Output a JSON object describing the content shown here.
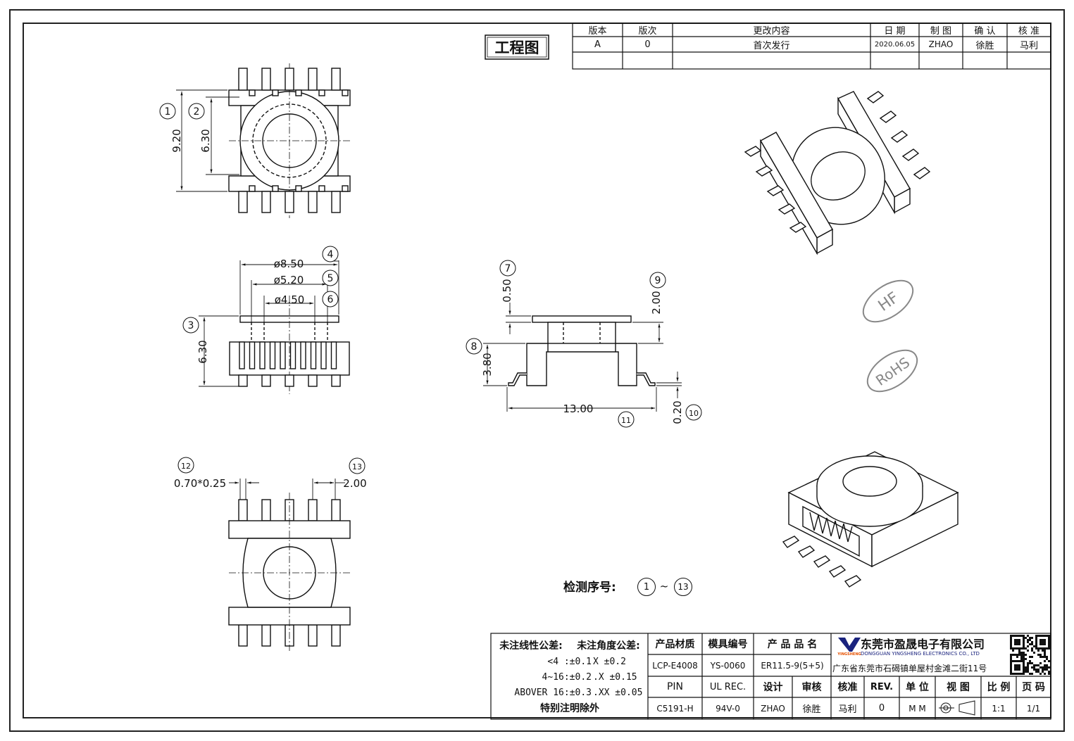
{
  "title_stamp": "工程图",
  "revision_table": {
    "headers": [
      "版本",
      "版次",
      "更改内容",
      "日 期",
      "制 图",
      "确 认",
      "核 准"
    ],
    "rows": [
      [
        "A",
        "0",
        "首次发行",
        "2020.06.05",
        "ZHAO",
        "徐胜",
        "马利"
      ],
      [
        "",
        "",
        "",
        "",
        "",
        "",
        ""
      ]
    ]
  },
  "dimensions": {
    "top_view": [
      "9.20",
      "6.30"
    ],
    "front_view": [
      "ø8.50",
      "ø5.20",
      "ø4.50",
      "6.30"
    ],
    "side_view": [
      "0.50",
      "2.00",
      "3.80",
      "13.00",
      "0.20"
    ],
    "bottom_view": [
      "0.70*0.25",
      "2.00"
    ]
  },
  "balloons": [
    "1",
    "2",
    "3",
    "4",
    "5",
    "6",
    "7",
    "8",
    "9",
    "10",
    "11",
    "12",
    "13"
  ],
  "marks": [
    "HF",
    "RoHS"
  ],
  "inspection": {
    "label": "检测序号:",
    "from": "1",
    "sep": "~",
    "to": "13"
  },
  "tolerance": {
    "linear_label": "未注线性公差:",
    "angle_label": "未注角度公差:",
    "rows": [
      [
        "<4 :±0.1",
        "X ±0.2"
      ],
      [
        "4~16:±0.2",
        ".X ±0.15"
      ],
      [
        "ABOVER 16:±0.3",
        ".XX ±0.05"
      ]
    ],
    "note": "特别注明除外"
  },
  "title_block": {
    "material_label": "产品材质",
    "material": "LCP-E4008",
    "mold_label": "模具编号",
    "mold": "YS-0060",
    "name_label": "产 品 品 名",
    "name": "ER11.5-9(5+5)",
    "pin_label": "PIN",
    "pin": "C5191-H",
    "ul_label": "UL REC.",
    "ul": "94V-0",
    "design_label": "设计",
    "design": "ZHAO",
    "review_label": "审核",
    "review": "徐胜",
    "approve_label": "核准",
    "approve": "马利",
    "rev_label": "REV.",
    "rev": "0",
    "unit_label": "单 位",
    "unit": "M M",
    "view_label": "视 图",
    "scale_label": "比 例",
    "scale": "1:1",
    "page_label": "页 码",
    "page": "1/1"
  },
  "company": {
    "name_cn": "东莞市盈晟电子有限公司",
    "name_en": "DONGGUAN YINGSHENG ELECTRONICS CO., LTD",
    "logo_text": "YINGSHENG",
    "address": "广东省东莞市石碣镇单屋村金滩二街11号"
  }
}
